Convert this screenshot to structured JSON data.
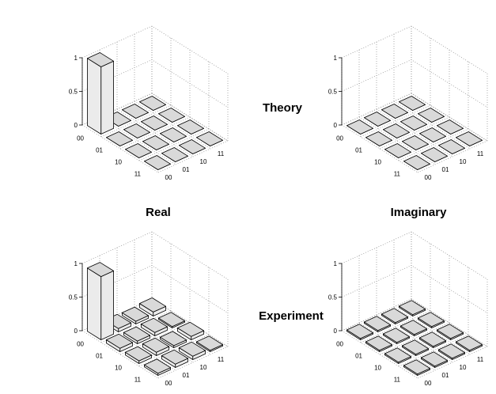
{
  "labels": {
    "theory": "Theory",
    "experiment": "Experiment",
    "real": "Real",
    "imaginary": "Imaginary"
  },
  "colors": {
    "bar_face": "#d9d9d9",
    "bar_side": "#ebebeb",
    "edge": "#000000"
  },
  "chart_data": [
    {
      "type": "bar3d",
      "panel": "theory-real",
      "row_labels": [
        "00",
        "01",
        "10",
        "11"
      ],
      "col_labels": [
        "00",
        "01",
        "10",
        "11"
      ],
      "zticks": [
        "0",
        "0.5",
        "1"
      ],
      "zlim": [
        0,
        1
      ],
      "values": [
        [
          1,
          0,
          0,
          0
        ],
        [
          0,
          0,
          0,
          0
        ],
        [
          0,
          0,
          0,
          0
        ],
        [
          0,
          0,
          0,
          0
        ]
      ]
    },
    {
      "type": "bar3d",
      "panel": "theory-imaginary",
      "row_labels": [
        "00",
        "01",
        "10",
        "11"
      ],
      "col_labels": [
        "00",
        "01",
        "10",
        "11"
      ],
      "zticks": [
        "0",
        "0.5",
        "1"
      ],
      "zlim": [
        0,
        1
      ],
      "values": [
        [
          0,
          0,
          0,
          0
        ],
        [
          0,
          0,
          0,
          0
        ],
        [
          0,
          0,
          0,
          0
        ],
        [
          0,
          0,
          0,
          0
        ]
      ]
    },
    {
      "type": "bar3d",
      "panel": "experiment-real",
      "row_labels": [
        "00",
        "01",
        "10",
        "11"
      ],
      "col_labels": [
        "00",
        "01",
        "10",
        "11"
      ],
      "zticks": [
        "0",
        "0.5",
        "1"
      ],
      "zlim": [
        0,
        1
      ],
      "values": [
        [
          0.94,
          0.05,
          0.04,
          0.06
        ],
        [
          0.05,
          0.04,
          0.05,
          0.02
        ],
        [
          0.04,
          0.05,
          0.03,
          0.05
        ],
        [
          0.03,
          0.05,
          0.05,
          0.02
        ]
      ]
    },
    {
      "type": "bar3d",
      "panel": "experiment-imaginary",
      "row_labels": [
        "00",
        "01",
        "10",
        "11"
      ],
      "col_labels": [
        "00",
        "01",
        "10",
        "11"
      ],
      "zticks": [
        "0",
        "0.5",
        "1"
      ],
      "zlim": [
        0,
        1
      ],
      "values": [
        [
          0.02,
          0.02,
          0.02,
          0.02
        ],
        [
          0.02,
          0.02,
          0.02,
          0.02
        ],
        [
          0.02,
          0.02,
          0.02,
          0.02
        ],
        [
          0.02,
          0.02,
          0.02,
          0.02
        ]
      ]
    }
  ]
}
